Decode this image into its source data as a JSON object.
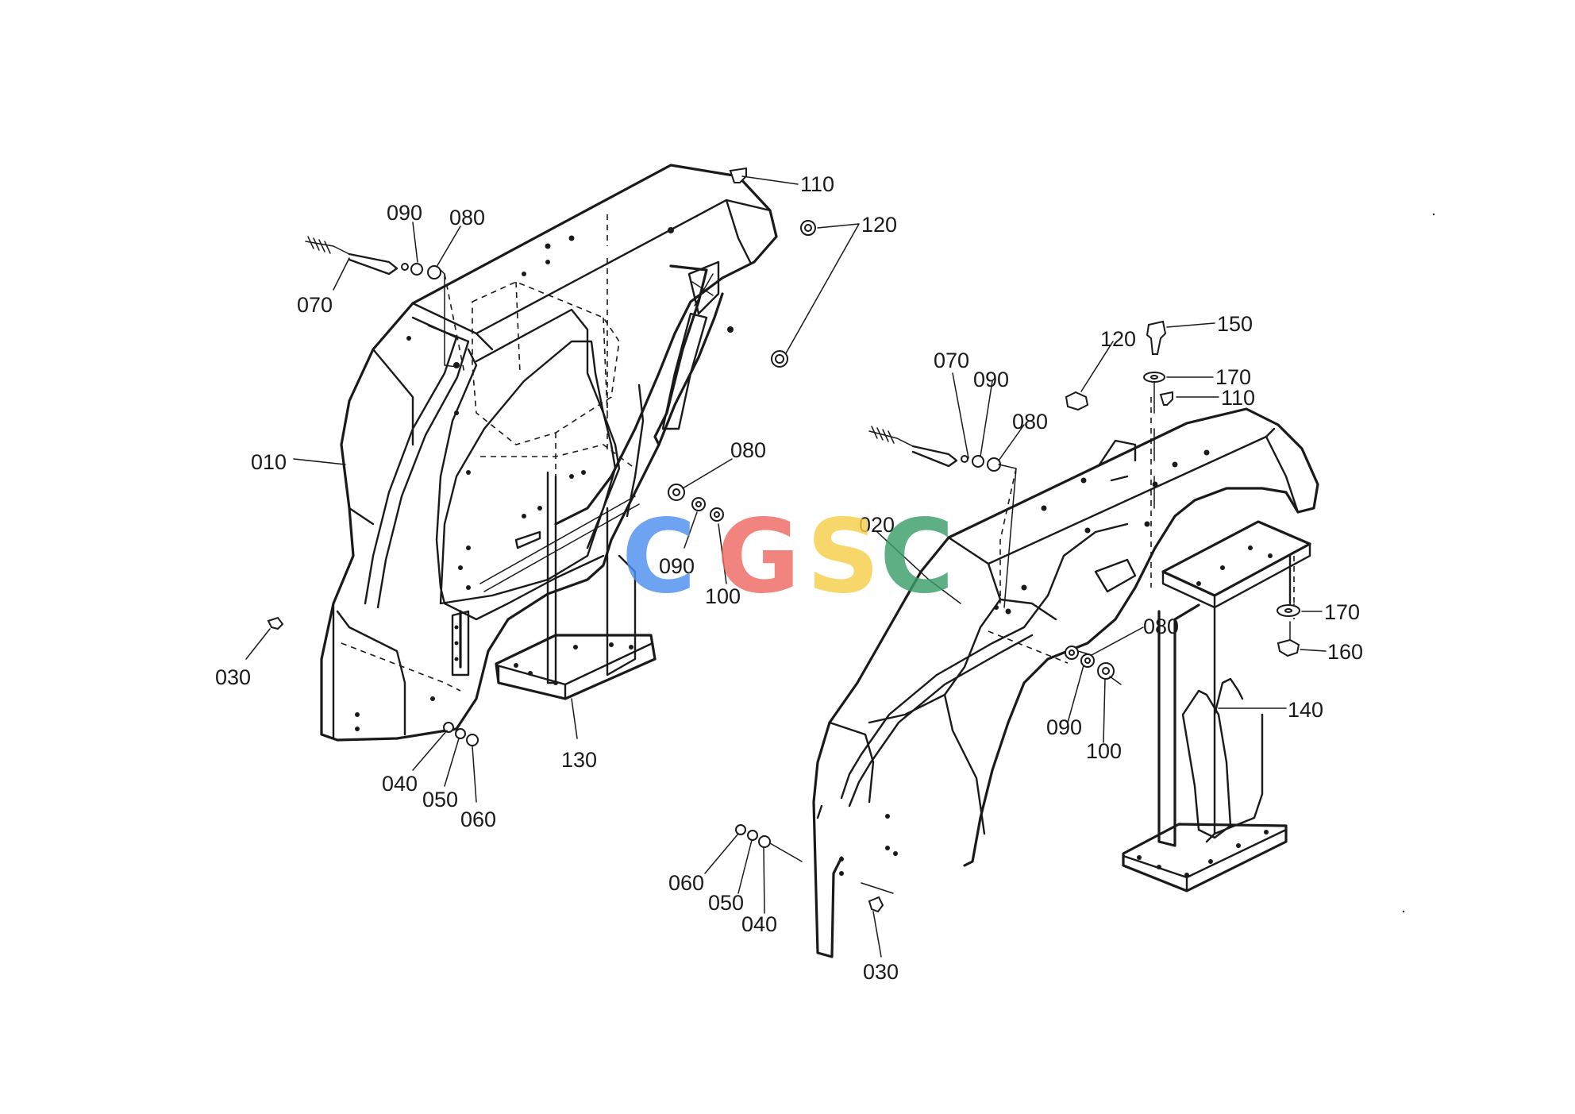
{
  "watermark": {
    "letters": [
      "C",
      "G",
      "S",
      "C"
    ],
    "colors": [
      "#4f8ff0",
      "#ef6a62",
      "#f7cf4a",
      "#3c9e6b"
    ]
  },
  "labels": {
    "left": {
      "p110": "110",
      "p120": "120",
      "p090_top": "090",
      "p080_top": "080",
      "p070": "070",
      "p010": "010",
      "p080_mid": "080",
      "p090_mid": "090",
      "p100": "100",
      "p030": "030",
      "p040": "040",
      "p050": "050",
      "p060": "060",
      "p130": "130"
    },
    "right": {
      "p150": "150",
      "p120": "120",
      "p170_top": "170",
      "p110": "110",
      "p070": "070",
      "p090_top": "090",
      "p080_top": "080",
      "p020": "020",
      "p080_mid": "080",
      "p090_mid": "090",
      "p100": "100",
      "p170_mid": "170",
      "p160": "160",
      "p140": "140",
      "p060": "060",
      "p050": "050",
      "p040": "040",
      "p030": "030"
    }
  }
}
